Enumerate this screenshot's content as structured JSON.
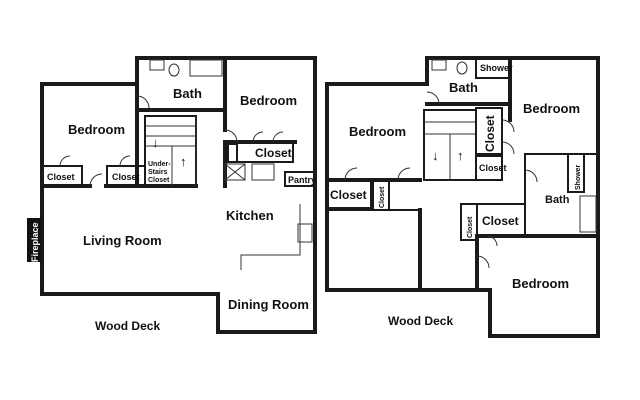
{
  "left_plan": {
    "bedroom": "Bedroom",
    "bath": "Bath",
    "bedroom_2": "Bedroom",
    "closet_top": "Closet",
    "closet_1": "Closet",
    "closet_2": "Closet",
    "under_stairs_1": "Under-",
    "under_stairs_2": "Stairs",
    "under_stairs_3": "Closet",
    "pantry": "Pantry",
    "kitchen": "Kitchen",
    "living_room": "Living Room",
    "fireplace": "Fireplace",
    "dining_room": "Dining Room",
    "wood_deck": "Wood Deck"
  },
  "right_plan": {
    "bath": "Bath",
    "shower": "Shower",
    "bedroom_top": "Bedroom",
    "bedroom_left": "Bedroom",
    "closet_vertical": "Closet",
    "closet_small": "Closet",
    "closet_left": "Closet",
    "closet_tiny": "Closet",
    "closet_mid": "Closet",
    "closet_tiny_2": "Closet",
    "bath_2": "Bath",
    "shower_2": "Shower",
    "bedroom_bottom": "Bedroom",
    "wood_deck": "Wood Deck"
  },
  "icons": [
    "stair-down-arrow-icon",
    "stair-up-arrow-icon",
    "toilet-icon",
    "sink-icon",
    "bathtub-icon",
    "stove-icon",
    "door-swing-icon"
  ]
}
